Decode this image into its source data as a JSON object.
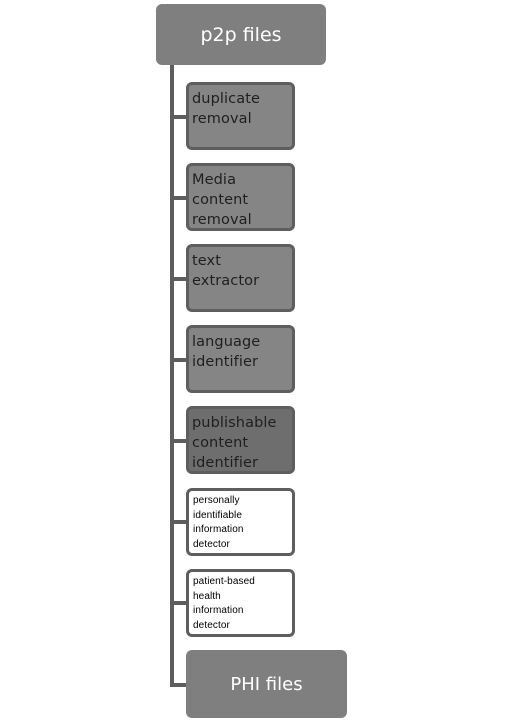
{
  "root": {
    "label": "p2p files"
  },
  "steps": [
    {
      "label": "duplicate\nremoval",
      "style": "medium"
    },
    {
      "label": "Media\ncontent\nremoval",
      "style": "medium"
    },
    {
      "label": "text\nextractor",
      "style": "medium"
    },
    {
      "label": "language\nidentifier",
      "style": "medium"
    },
    {
      "label": "publishable\ncontent\nidentifier",
      "style": "dark"
    },
    {
      "label": "personally\nidentifiable\ninformation\ndetector",
      "style": "light"
    },
    {
      "label": "patient-based\nhealth\ninformation\ndetector",
      "style": "light"
    }
  ],
  "output": {
    "label": "PHI files"
  },
  "colors": {
    "box_fill": "#7f7f7f",
    "box_fill_dark": "#6e6e6e",
    "box_fill_light": "#ffffff",
    "connector": "#5e5e5e",
    "title_text": "#ffffff"
  }
}
